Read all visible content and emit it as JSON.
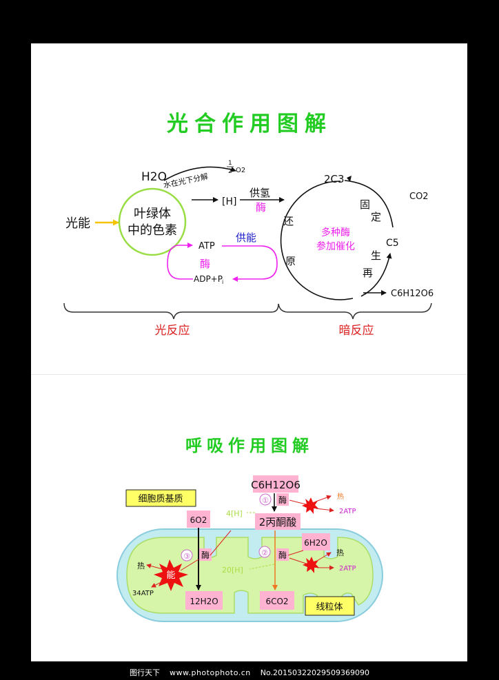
{
  "photosynthesis": {
    "title": "光合作用图解",
    "h2o": "H2O",
    "half": "1",
    "two": "2",
    "o2_suffix": "O2",
    "water_split": "水在光下分解",
    "light_energy": "光能",
    "pigment_line1": "叶绿体",
    "pigment_line2": "中的色素",
    "hydrogen": "[H]",
    "supply_hydrogen": "供氢",
    "enzyme": "酶",
    "atp": "ATP",
    "adp": "ADP+P",
    "adp_sub": "i",
    "supply_energy": "供能",
    "enzyme2": "酶",
    "c3": "2C3",
    "co2": "CO2",
    "fix1": "固",
    "fix2": "定",
    "c5": "C5",
    "regen1": "生",
    "regen2": "再",
    "reduce1": "还",
    "reduce2": "原",
    "multi1": "多种酶",
    "multi2": "参加催化",
    "glucose": "C6H12O6",
    "light_reaction": "光反应",
    "dark_reaction": "暗反应"
  },
  "respiration": {
    "title": "呼吸作用图解",
    "cytoplasm_label": "细胞质基质",
    "glucose": "C6H12O6",
    "step1": "①",
    "step2": "②",
    "step3": "③",
    "enzyme": "酶",
    "heat": "热",
    "atp2_top": "2ATP",
    "h4": "4[H]",
    "pyruvate": "2丙酮酸",
    "o2": "6O2",
    "h2o6": "6H2O",
    "h20": "20[H]",
    "energy": "能",
    "atp34": "34ATP",
    "water12": "12H2O",
    "co2_6": "6CO2",
    "atp2_mid": "2ATP",
    "mito_label": "线粒体"
  },
  "watermark": {
    "brand": "图行天下",
    "site": "www.photophoto.cn",
    "no": "No.20150322029509369090"
  },
  "colors": {
    "title_green": "#22cc22",
    "pink_box": "#ffb3d1",
    "yellow_box": "#ffff66",
    "mito_fill": "#c2ecf0",
    "mito_inner": "#d6f5a8",
    "magenta": "#ee22ee",
    "red_text": "#dd2222"
  }
}
